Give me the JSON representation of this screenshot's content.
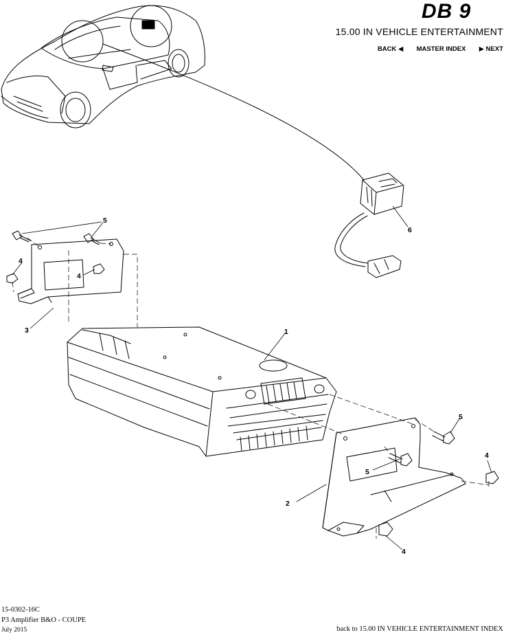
{
  "header": {
    "logo_text": "DB 9",
    "section_title": "15.00 IN VEHICLE ENTERTAINMENT",
    "nav": {
      "back": "BACK",
      "master_index": "MASTER INDEX",
      "next": "NEXT"
    }
  },
  "callouts": {
    "c1": "1",
    "c2": "2",
    "c3": "3",
    "c4a": "4",
    "c4b": "4",
    "c4c": "4",
    "c4d": "4",
    "c5a": "5",
    "c5b": "5",
    "c5c": "5",
    "c6": "6"
  },
  "footer": {
    "code": "15-0302-16C",
    "title": "P3 Amplifier B&O - COUPE",
    "date": "July 2015",
    "back_link": "back to 15.00 IN VEHICLE ENTERTAINMENT INDEX"
  },
  "icons": [
    "car-illustration",
    "amplifier",
    "bracket",
    "bolt",
    "nut",
    "connector-module"
  ]
}
